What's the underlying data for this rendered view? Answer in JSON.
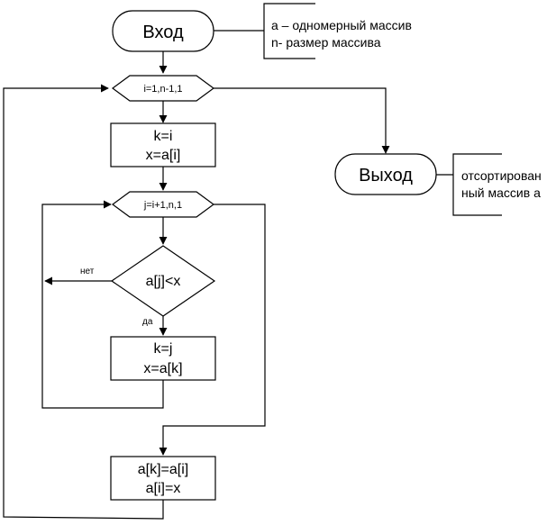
{
  "flowchart": {
    "start_label": "Вход",
    "start_note": [
      "a – одномерный массив",
      "n- размер массива"
    ],
    "outer_loop_label": "i=1,n-1,1",
    "init_block": [
      "k=i",
      "x=a[i]"
    ],
    "inner_loop_label": "j=i+1,n,1",
    "condition_label": "a[j]<x",
    "no_label": "нет",
    "yes_label": "да",
    "update_block": [
      "k=j",
      "x=a[k]"
    ],
    "swap_block": [
      "a[k]=a[i]",
      "a[i]=x"
    ],
    "end_label": "Выход",
    "end_note": [
      "отсортирован",
      "ный массив а"
    ]
  }
}
